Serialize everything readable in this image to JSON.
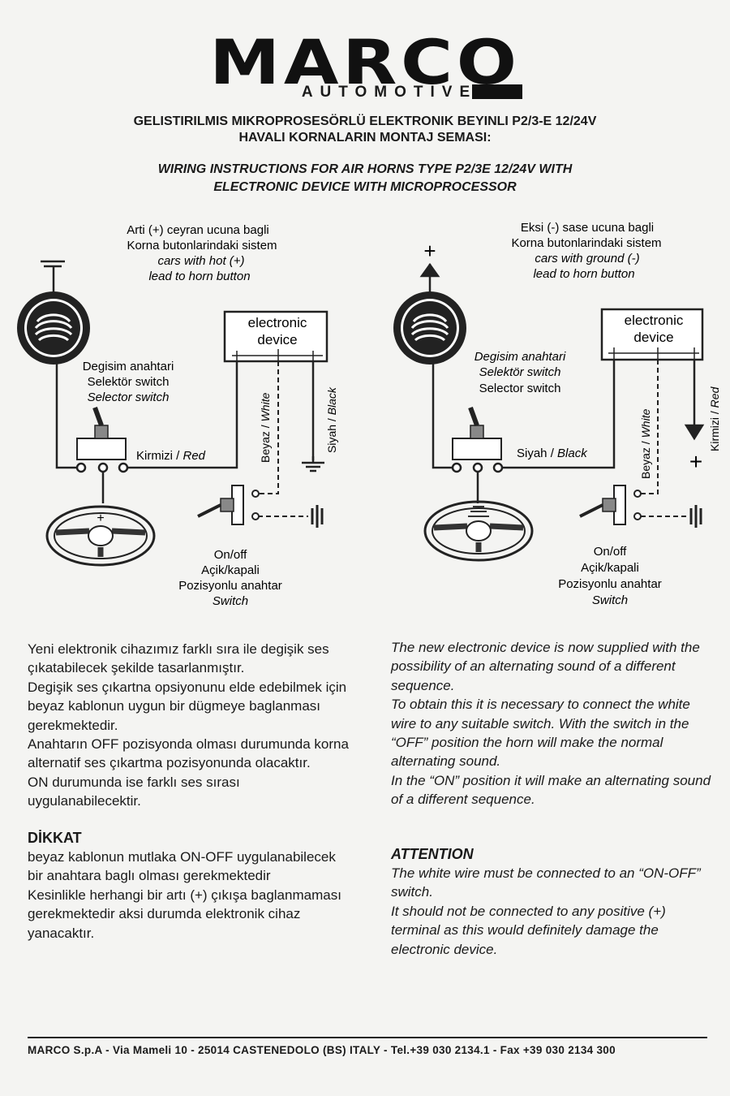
{
  "header": {
    "brand": "MARCO",
    "subbrand": "AUTOMOTIVE",
    "title_tr_1": "GELISTIRILMIS MIKROPROSESÖRLÜ ELEKTRONIK BEYINLI P2/3-E 12/24V",
    "title_tr_2": "HAVALI KORNALARIN MONTAJ SEMASI:",
    "title_en_1": "WIRING INSTRUCTIONS FOR AIR HORNS TYPE P2/3E 12/24V WITH",
    "title_en_2": "ELECTRONIC DEVICE WITH MICROPROCESSOR"
  },
  "diagram_left": {
    "caption_1": "Arti (+) ceyran ucuna bagli",
    "caption_2": "Korna butonlarindaki sistem",
    "caption_3": "cars with hot (+)",
    "caption_4": "lead to horn button",
    "device_1": "electronic",
    "device_2": "device",
    "selector_1": "Degisim anahtari",
    "selector_2": "Selektör switch",
    "selector_3": "Selector switch",
    "wire_red_tr": "Kirmizi /",
    "wire_red_en": "Red",
    "wire_white_tr": "Beyaz /",
    "wire_white_en": "White",
    "wire_black_tr": "Siyah /",
    "wire_black_en": "Black",
    "wheel_sign": "+",
    "switch_1": "On/off",
    "switch_2": "Açik/kapali",
    "switch_3": "Pozisyonlu anahtar",
    "switch_4": "Switch"
  },
  "diagram_right": {
    "caption_1": "Eksi (-) sase ucuna bagli",
    "caption_2": "Korna butonlarindaki sistem",
    "caption_3": "cars with ground (-)",
    "caption_4": "lead to horn button",
    "device_1": "electronic",
    "device_2": "device",
    "selector_1": "Degisim anahtari",
    "selector_2": "Selektör switch",
    "selector_3": "Selector switch",
    "wire_black_tr": "Siyah /",
    "wire_black_en": "Black",
    "wire_white_tr": "Beyaz /",
    "wire_white_en": "White",
    "wire_red_tr": "Kirmizi /",
    "wire_red_en": "Red",
    "top_sign": "+",
    "bottom_sign": "+",
    "switch_1": "On/off",
    "switch_2": "Açik/kapali",
    "switch_3": "Pozisyonlu anahtar",
    "switch_4": "Switch"
  },
  "text_tr": {
    "p1": "Yeni elektronik cihazımız farklı sıra ile degişik ses çıkatabilecek  şekilde tasarlanmıştır.",
    "p2": "Degişik ses çıkartna opsiyonunu elde edebilmek için beyaz kablonun uygun bir dügmeye baglanması gerekmektedir.",
    "p3": "Anahtarın OFF pozisyonda olması durumunda korna alternatif ses çıkartma pozisyonunda olacaktır.",
    "p4": "ON durumunda ise farklı ses sırası uygulanabilecektir.",
    "heading": "DİKKAT",
    "p5": "beyaz kablonun mutlaka ON-OFF uygulanabilecek bir anahtara baglı olması gerekmektedir",
    "p6": "Kesinlikle herhangi bir artı  (+) çıkışa baglanmaması  gerekmektedir aksi durumda elektronik cihaz yanacaktır."
  },
  "text_en": {
    "p1": "The new electronic device is now supplied with the possibility of an alternating sound of a different sequence.",
    "p2": "To obtain this it is necessary to connect the white wire to any suitable switch. With the switch in the “OFF” position the horn will make the normal alternating sound.",
    "p3": "In the “ON” position it will make  an alternating sound of a different sequence.",
    "heading": "ATTENTION",
    "p4": "The white wire must be connected to an “ON-OFF” switch.",
    "p5": "It should not be connected to any positive (+) terminal as this would definitely damage the electronic device."
  },
  "footer": {
    "text": "MARCO S.p.A - Via Mameli 10 - 25014 CASTENEDOLO (BS) ITALY - Tel.+39 030 2134.1 - Fax +39 030 2134 300"
  }
}
